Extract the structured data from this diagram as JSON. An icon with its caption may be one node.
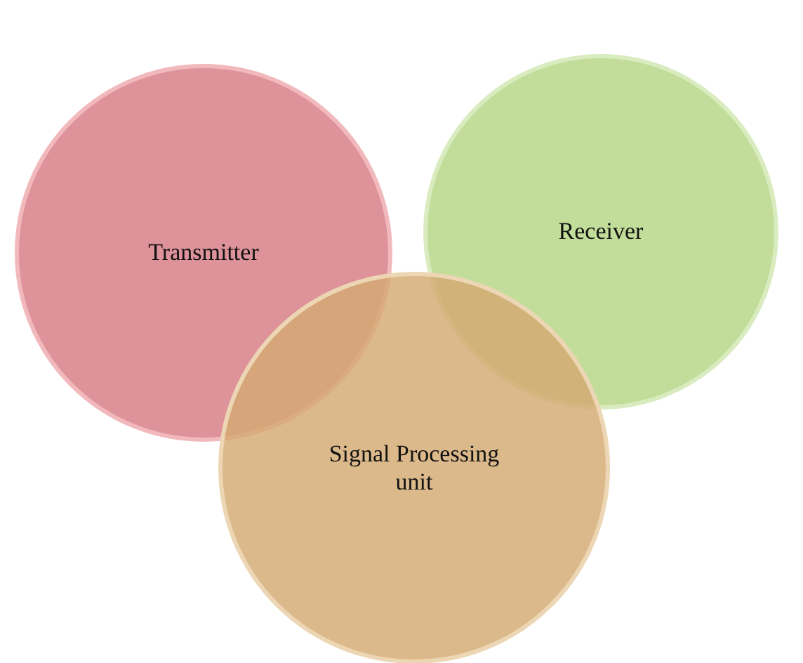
{
  "diagram": {
    "nodes": [
      {
        "text": [
          "Transmitter"
        ]
      },
      {
        "text": [
          "Receiver"
        ]
      },
      {
        "text": [
          "Signal Processing unit"
        ]
      }
    ]
  }
}
